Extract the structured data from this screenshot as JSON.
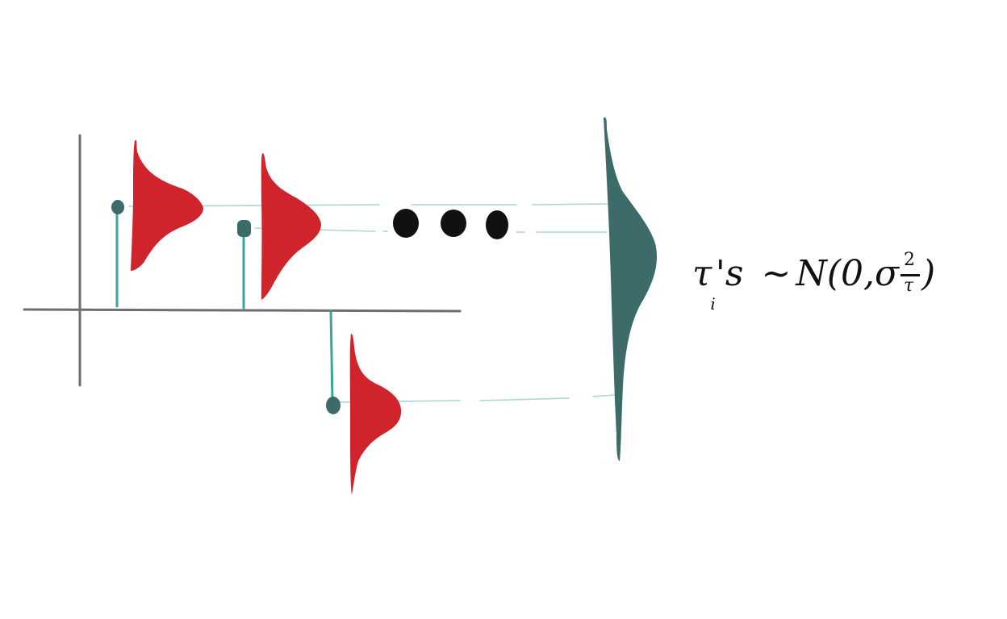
{
  "diagram": {
    "colors": {
      "axis": "#6b6e75",
      "stem": "#3aa59c",
      "marker": "#3d6b6a",
      "local_distribution": "#d0242c",
      "global_distribution": "#3d6b6a",
      "guide_line": "#a9d6d0",
      "ellipsis_dot": "#111111"
    },
    "effects": [
      {
        "sign": "positive",
        "distribution_color": "local_distribution"
      },
      {
        "sign": "positive",
        "distribution_color": "local_distribution"
      },
      {
        "sign": "negative",
        "distribution_color": "local_distribution"
      }
    ],
    "ellipsis_dots": 3
  },
  "formula": {
    "symbol": "τ",
    "subscript": "i",
    "suffix": "'s",
    "tilde": "∼",
    "dist": "N(0,",
    "sigma": "σ",
    "frac_num": "2",
    "frac_den": "τ",
    "close": ")"
  }
}
